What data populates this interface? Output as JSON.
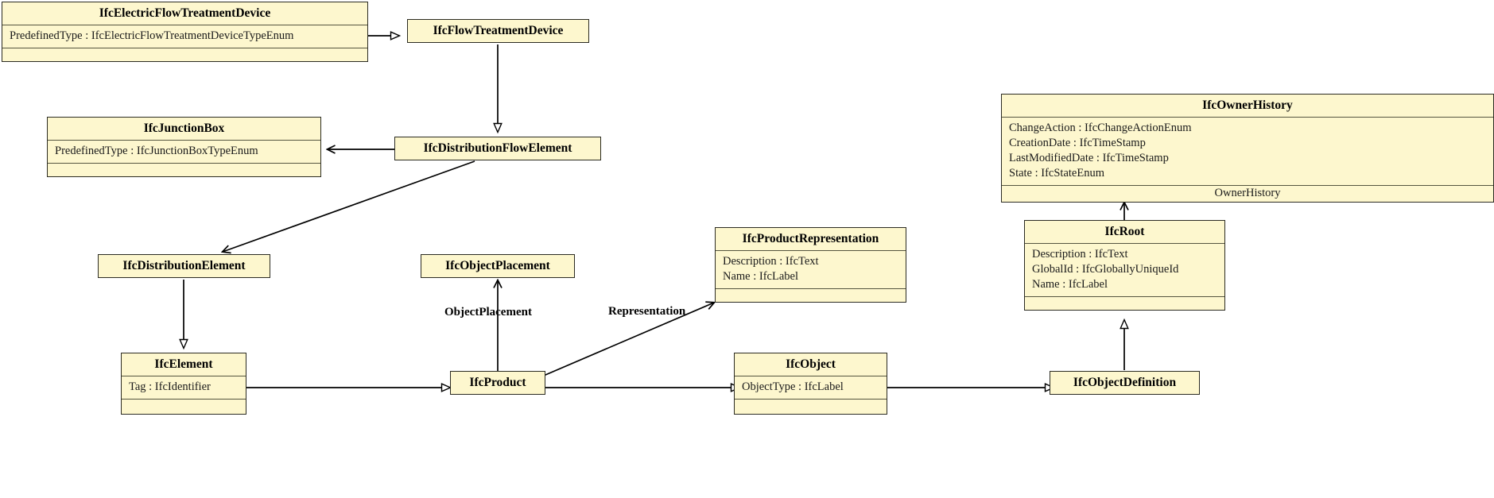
{
  "diagram": {
    "title": "IFC UML class diagram",
    "type": "uml-class-diagram",
    "colors": {
      "class_fill": "#fdf7ce",
      "class_border": "#2b2b22",
      "compartment_separator": "#55553f",
      "edge": "#000000",
      "background": "#ffffff"
    },
    "classes": [
      {
        "id": "IfcElectricFlowTreatmentDevice",
        "name": "IfcElectricFlowTreatmentDevice",
        "attributes": [
          "PredefinedType : IfcElectricFlowTreatmentDeviceTypeEnum"
        ],
        "has_empty_compartment": true
      },
      {
        "id": "IfcFlowTreatmentDevice",
        "name": "IfcFlowTreatmentDevice",
        "attributes": [],
        "has_empty_compartment": false
      },
      {
        "id": "IfcJunctionBox",
        "name": "IfcJunctionBox",
        "attributes": [
          "PredefinedType : IfcJunctionBoxTypeEnum"
        ],
        "has_empty_compartment": true
      },
      {
        "id": "IfcDistributionFlowElement",
        "name": "IfcDistributionFlowElement",
        "attributes": [],
        "has_empty_compartment": false
      },
      {
        "id": "IfcOwnerHistory",
        "name": "IfcOwnerHistory",
        "attributes": [
          "ChangeAction : IfcChangeActionEnum",
          "CreationDate : IfcTimeStamp",
          "LastModifiedDate : IfcTimeStamp",
          "State : IfcStateEnum"
        ],
        "footer_label": "OwnerHistory",
        "has_empty_compartment": false
      },
      {
        "id": "IfcDistributionElement",
        "name": "IfcDistributionElement",
        "attributes": [],
        "has_empty_compartment": false
      },
      {
        "id": "IfcObjectPlacement",
        "name": "IfcObjectPlacement",
        "attributes": [],
        "has_empty_compartment": false
      },
      {
        "id": "IfcProductRepresentation",
        "name": "IfcProductRepresentation",
        "attributes": [
          "Description : IfcText",
          "Name : IfcLabel"
        ],
        "has_empty_compartment": true
      },
      {
        "id": "IfcRoot",
        "name": "IfcRoot",
        "attributes": [
          "Description : IfcText",
          "GlobalId : IfcGloballyUniqueId",
          "Name : IfcLabel"
        ],
        "has_empty_compartment": true
      },
      {
        "id": "IfcElement",
        "name": "IfcElement",
        "attributes": [
          "Tag : IfcIdentifier"
        ],
        "has_empty_compartment": true
      },
      {
        "id": "IfcProduct",
        "name": "IfcProduct",
        "attributes": [],
        "has_empty_compartment": false
      },
      {
        "id": "IfcObject",
        "name": "IfcObject",
        "attributes": [
          "ObjectType : IfcLabel"
        ],
        "has_empty_compartment": true
      },
      {
        "id": "IfcObjectDefinition",
        "name": "IfcObjectDefinition",
        "attributes": [],
        "has_empty_compartment": false
      }
    ],
    "edge_labels": [
      {
        "id": "ObjectPlacement",
        "text": "ObjectPlacement"
      },
      {
        "id": "Representation",
        "text": "Representation"
      }
    ],
    "relationships": [
      {
        "from": "IfcElectricFlowTreatmentDevice",
        "to": "IfcFlowTreatmentDevice",
        "kind": "generalization",
        "arrow": "hollow-triangle"
      },
      {
        "from": "IfcFlowTreatmentDevice",
        "to": "IfcDistributionFlowElement",
        "kind": "generalization",
        "arrow": "hollow-triangle"
      },
      {
        "from": "IfcDistributionFlowElement",
        "to": "IfcJunctionBox",
        "kind": "association",
        "arrow": "open-arrow"
      },
      {
        "from": "IfcDistributionFlowElement",
        "to": "IfcDistributionElement",
        "kind": "association",
        "arrow": "open-arrow"
      },
      {
        "from": "IfcDistributionElement",
        "to": "IfcElement",
        "kind": "generalization",
        "arrow": "hollow-triangle"
      },
      {
        "from": "IfcElement",
        "to": "IfcProduct",
        "kind": "generalization",
        "arrow": "hollow-triangle"
      },
      {
        "from": "IfcProduct",
        "to": "IfcObjectPlacement",
        "kind": "association",
        "arrow": "open-arrow",
        "label": "ObjectPlacement"
      },
      {
        "from": "IfcProduct",
        "to": "IfcProductRepresentation",
        "kind": "association",
        "arrow": "open-arrow",
        "label": "Representation"
      },
      {
        "from": "IfcProduct",
        "to": "IfcObject",
        "kind": "generalization",
        "arrow": "hollow-triangle"
      },
      {
        "from": "IfcObject",
        "to": "IfcObjectDefinition",
        "kind": "generalization",
        "arrow": "hollow-triangle"
      },
      {
        "from": "IfcObjectDefinition",
        "to": "IfcRoot",
        "kind": "generalization",
        "arrow": "hollow-triangle"
      },
      {
        "from": "IfcRoot",
        "to": "IfcOwnerHistory",
        "kind": "association",
        "arrow": "open-arrow",
        "label": "OwnerHistory"
      }
    ]
  }
}
